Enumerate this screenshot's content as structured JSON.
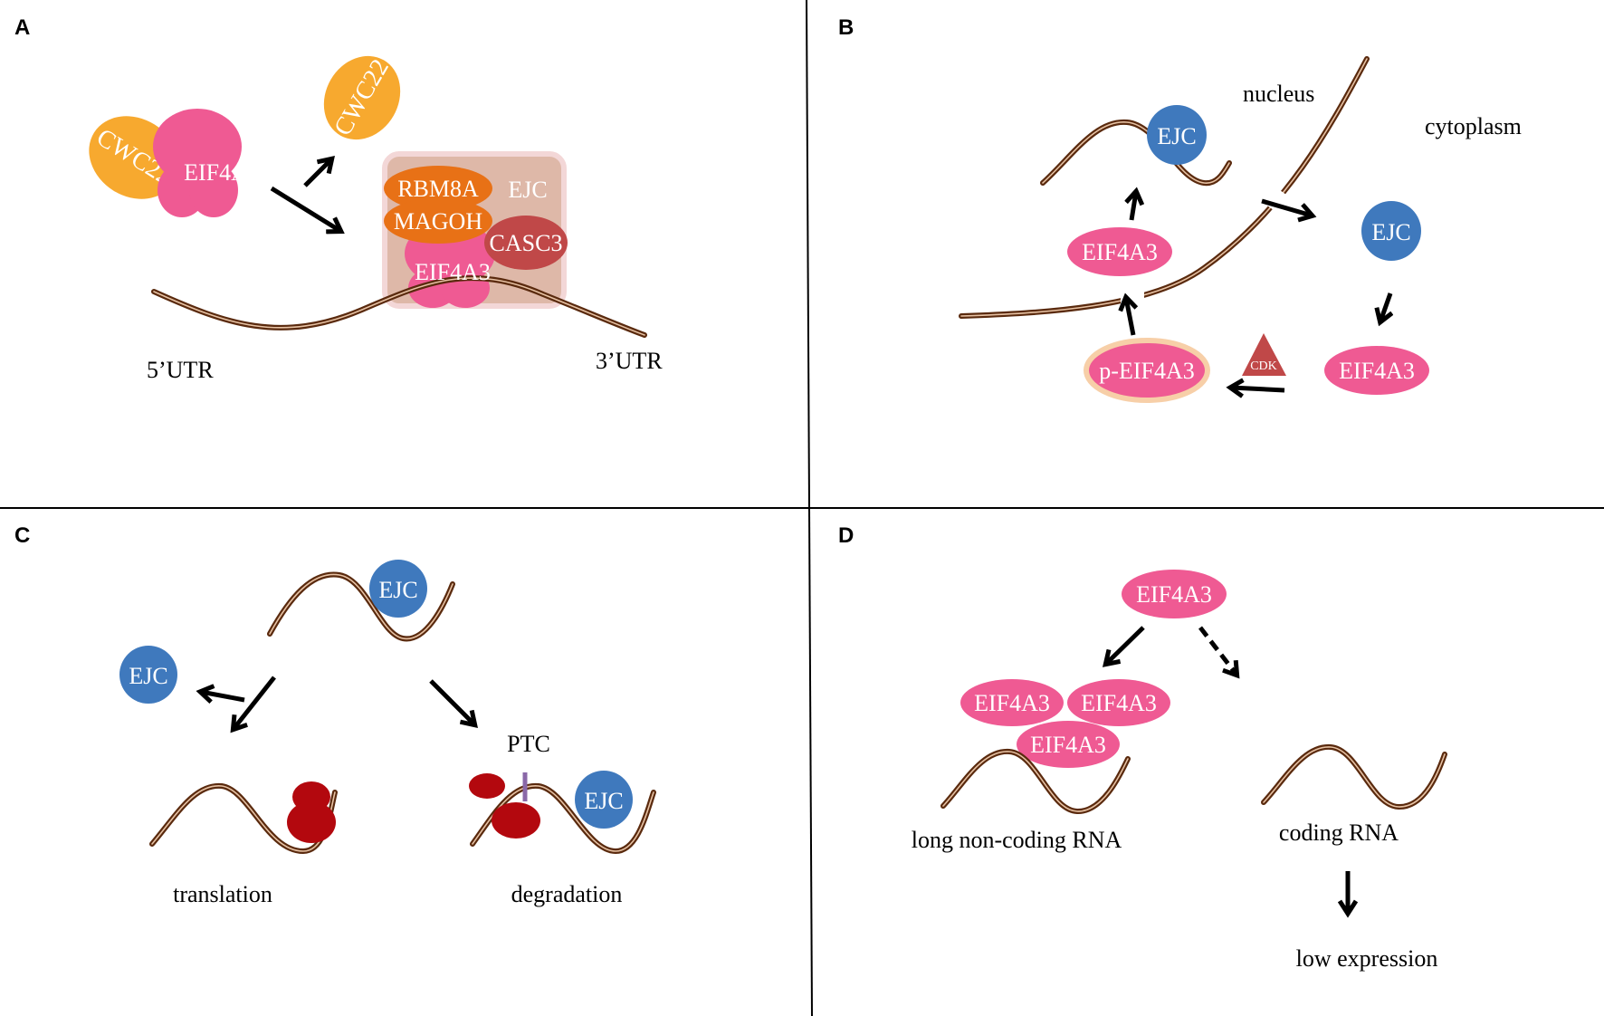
{
  "panels": {
    "a": {
      "letter": "A",
      "cwc22": "CWC22",
      "eif4a3": "EIF4A3",
      "rbm8a": "RBM8A",
      "magoh": "MAGOH",
      "casc3": "CASC3",
      "ejc": "EJC",
      "utr5": "5’UTR",
      "utr3": "3’UTR"
    },
    "b": {
      "letter": "B",
      "nucleus": "nucleus",
      "cytoplasm": "cytoplasm",
      "ejc": "EJC",
      "eif4a3": "EIF4A3",
      "p_eif4a3": "p-EIF4A3",
      "cdk": "CDK"
    },
    "c": {
      "letter": "C",
      "ejc": "EJC",
      "ptc": "PTC",
      "translation": "translation",
      "degradation": "degradation"
    },
    "d": {
      "letter": "D",
      "eif4a3": "EIF4A3",
      "lncrna": "long non-coding RNA",
      "coding": "coding RNA",
      "low": "low expression"
    }
  },
  "colors": {
    "eif4a3_pink": "#ef5a93",
    "cwc22_orange": "#f7a92f",
    "rbm8a_orange": "#e87116",
    "casc3_red": "#c04848",
    "ejc_blue": "#3f79bd",
    "ribosome_red": "#b3080e",
    "rna_brown": "#5a2a0e",
    "ejc_box": "#deb8a8",
    "ptc_purple": "#8a68a8"
  }
}
